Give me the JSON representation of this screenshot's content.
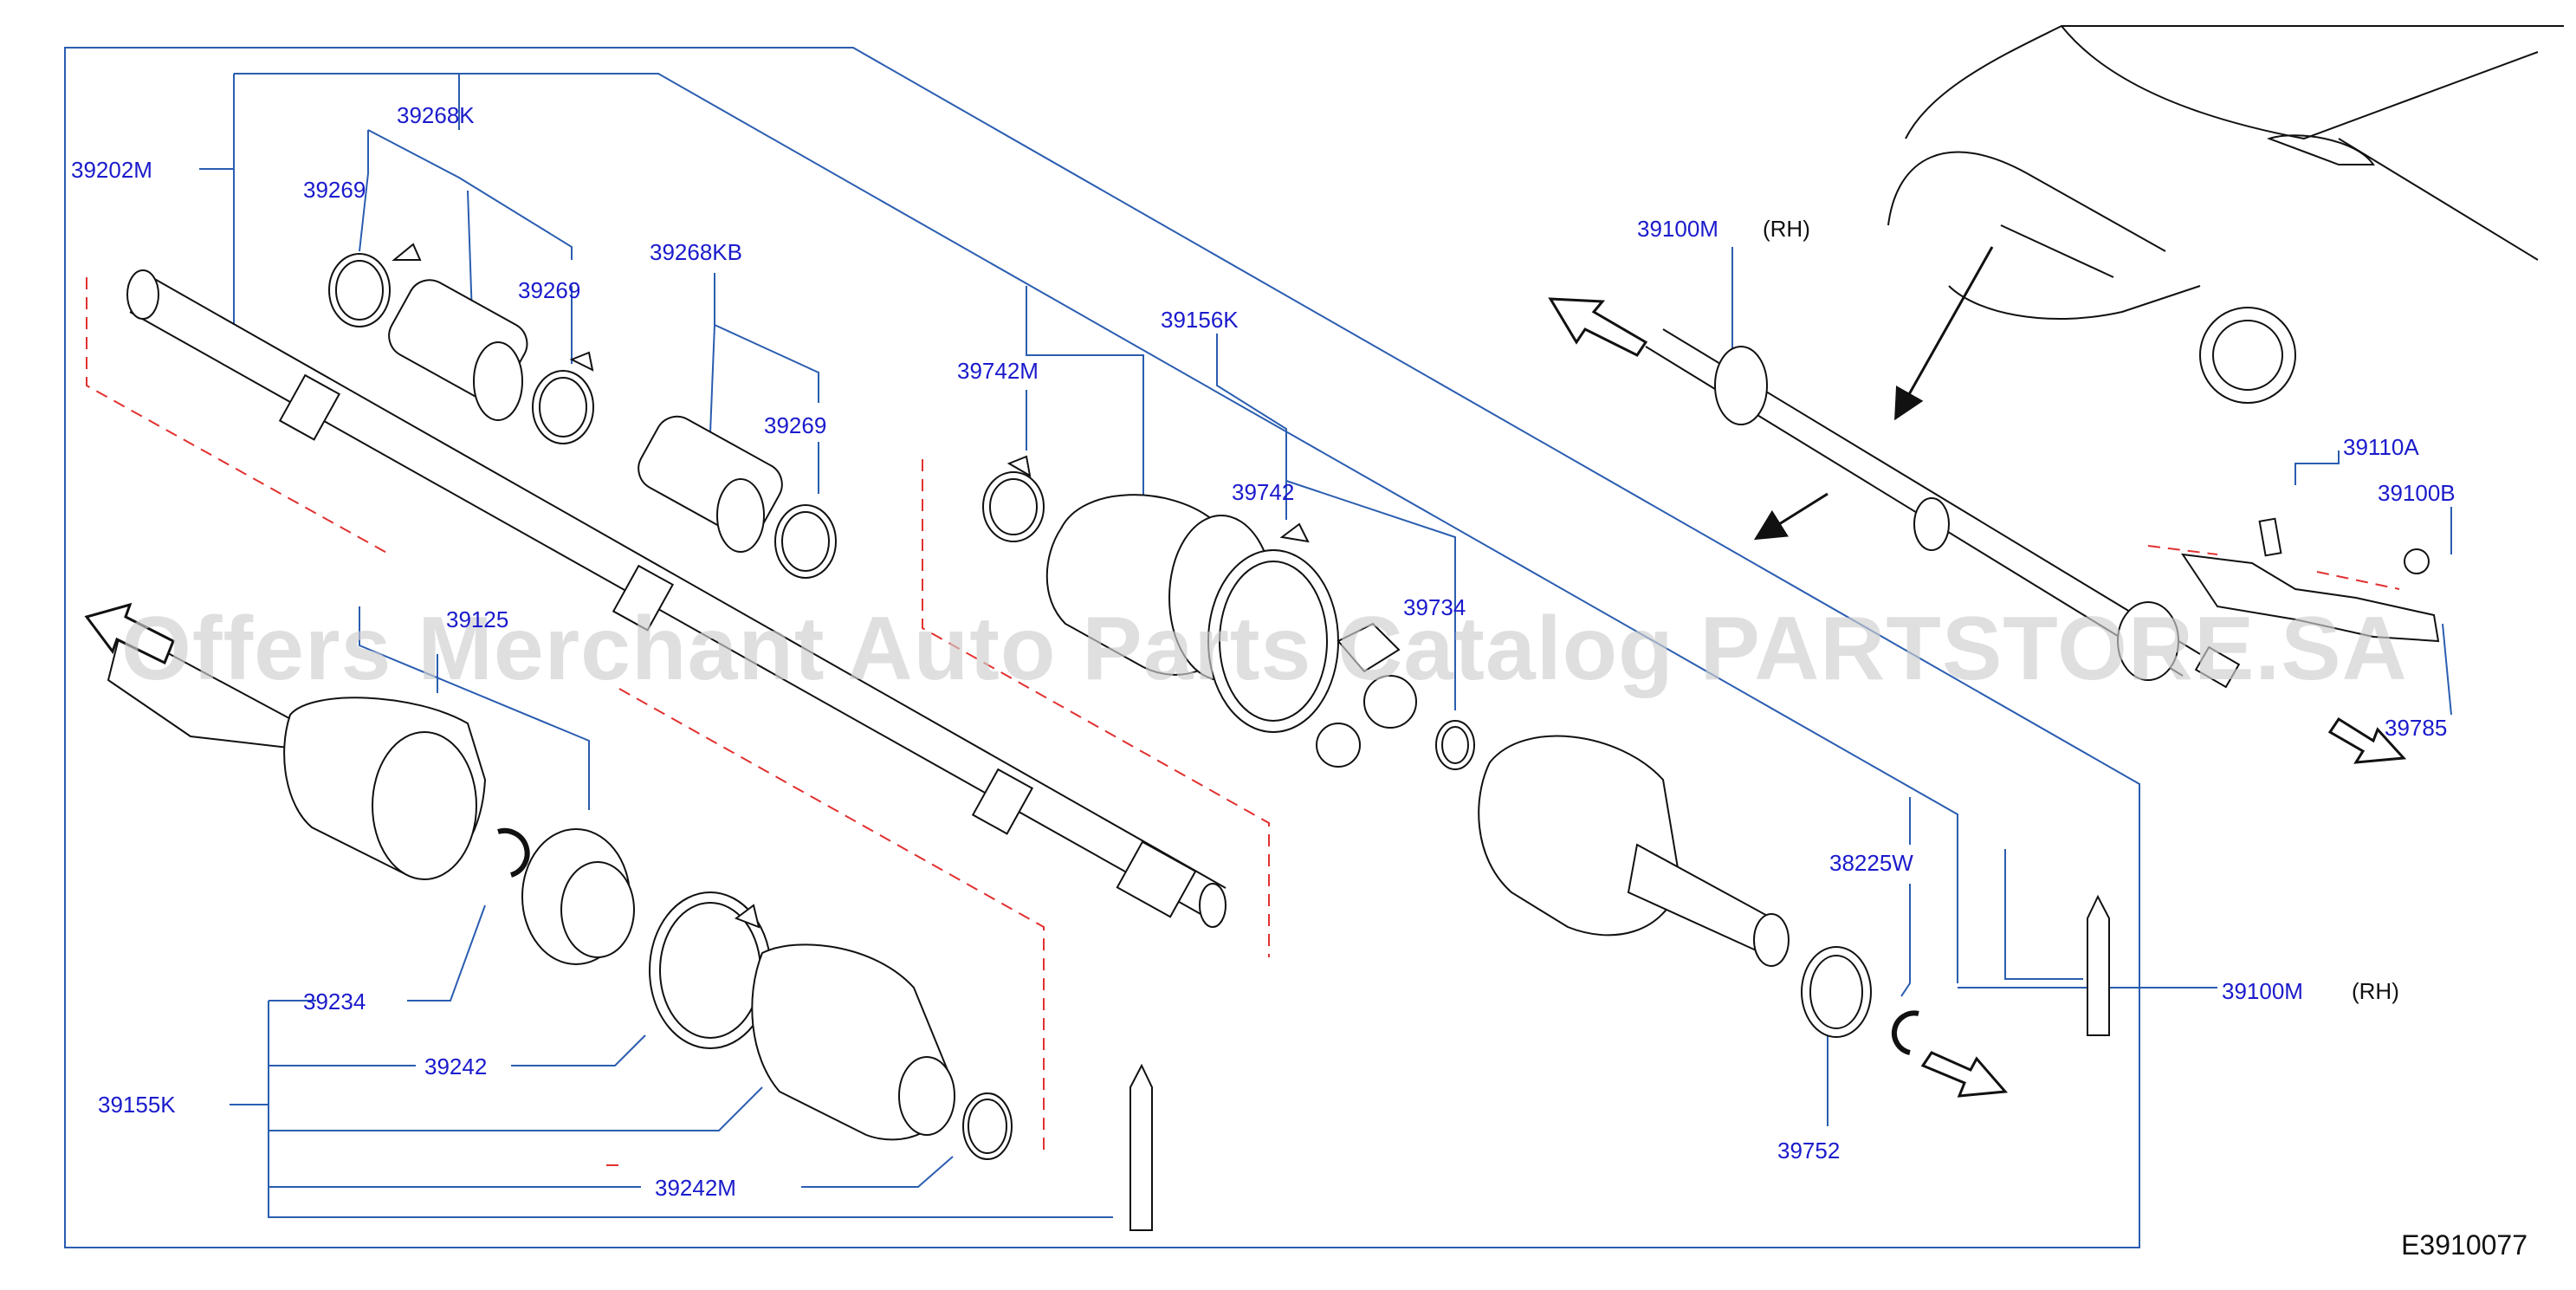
{
  "diagram": {
    "code": "E3910077",
    "watermark": "Offers Merchant Auto Parts Catalog PARTSTORE.SA",
    "side_note": "(RH)",
    "parts": {
      "p39202M": "39202M",
      "p39268K": "39268K",
      "p39269_a": "39269",
      "p39269_b": "39269",
      "p39268KB": "39268KB",
      "p39269_c": "39269",
      "p39742M": "39742M",
      "p39156K": "39156K",
      "p39742": "39742",
      "p39734": "39734",
      "p39125": "39125",
      "p39234": "39234",
      "p39242": "39242",
      "p39155K": "39155K",
      "p39242M": "39242M",
      "p39100M_top": "39100M",
      "p39110A": "39110A",
      "p39100B": "39100B",
      "p39785": "39785",
      "p38225W": "38225W",
      "p39100M_right": "39100M",
      "p39752": "39752"
    }
  }
}
